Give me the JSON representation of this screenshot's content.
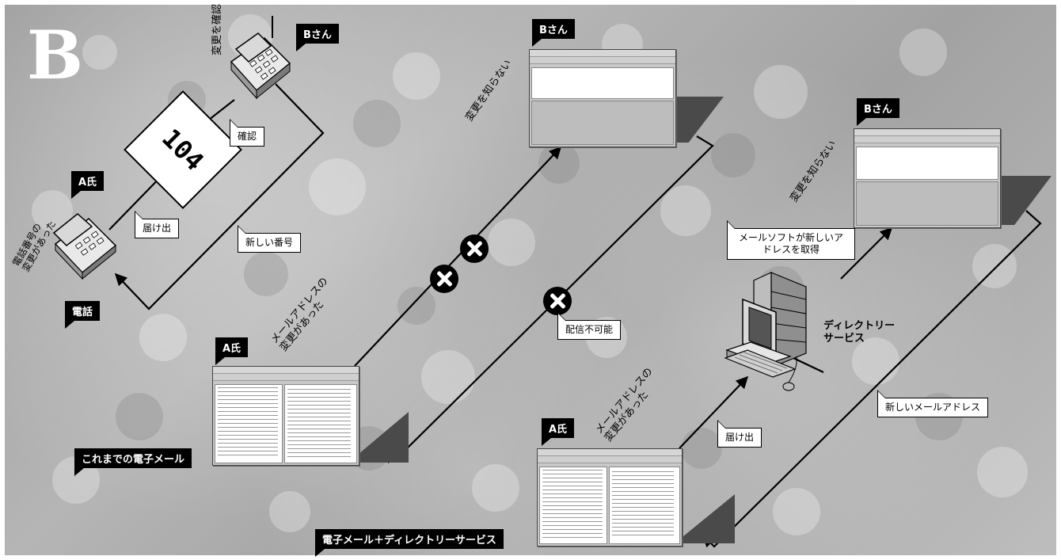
{
  "figure_label": "B",
  "phone_case": {
    "tag_b": "Bさん",
    "tag_a": "A氏",
    "phone_label": "電話",
    "center_box": "104",
    "confirm_change": "変更を確認",
    "confirm": "確認",
    "register": "届け出",
    "new_number": "新しい番号",
    "phone_number_changed": "電話番号の\n変更があった"
  },
  "email_case": {
    "tag_b": "Bさん",
    "tag_a": "A氏",
    "doesnt_know_change": "変更を知らない",
    "address_changed": "メールアドレスの\n変更があった",
    "undeliverable": "配信不可能",
    "caption": "これまでの電子メール"
  },
  "directory_case": {
    "tag_b": "Bさん",
    "tag_a": "A氏",
    "doesnt_know_change": "変更を知らない",
    "software_gets_address": "メールソフトが新しいアドレスを取得",
    "directory_service": "ディレクトリー\nサービス",
    "register": "届け出",
    "new_address": "新しいメールアドレス",
    "address_changed": "メールアドレスの\n変更があった",
    "caption": "電子メール＋ディレクトリーサービス"
  }
}
